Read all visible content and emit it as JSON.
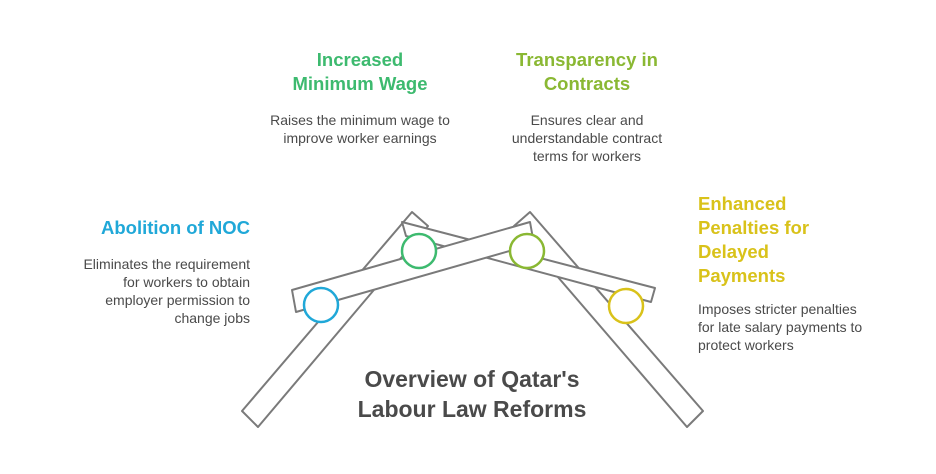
{
  "title": "Overview of Qatar's Labour Law Reforms",
  "items": [
    {
      "heading": "Increased Minimum Wage",
      "description": "Raises the minimum wage to improve worker earnings",
      "color": "#3dba6f"
    },
    {
      "heading": "Transparency in Contracts",
      "description": "Ensures clear and understandable contract terms for workers",
      "color": "#8ab833"
    },
    {
      "heading": "Abolition of NOC",
      "description": "Eliminates the requirement for workers to obtain employer permission to change jobs",
      "color": "#20a8d8"
    },
    {
      "heading": "Enhanced Penalties for Delayed Payments",
      "description": "Imposes stricter penalties for late salary payments to protect workers",
      "color": "#d9c21a"
    }
  ]
}
